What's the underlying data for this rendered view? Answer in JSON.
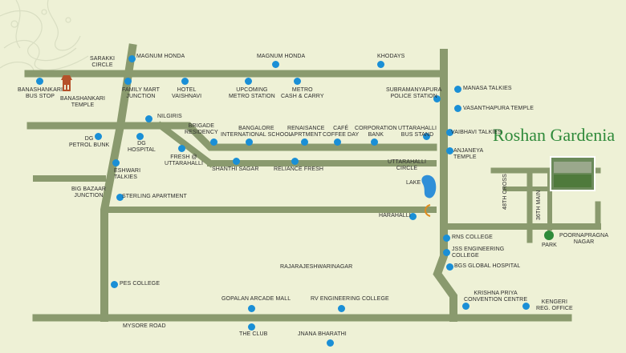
{
  "title": "Roshan Gardenia",
  "colors": {
    "background": "#eef1d6",
    "road": "#8a9a6e",
    "marker": "#1a8fd6",
    "park": "#2e8b3a",
    "lake": "#2f8fd8",
    "title": "#2f8a3a"
  },
  "labels": {
    "sarakki_circle": "SARAKKI\nCIRCLE",
    "magnum_honda_1": "MAGNUM HONDA",
    "magnum_honda_2": "MAGNUM HONDA",
    "khodays": "KHODAYS",
    "banashankari_bus_stop": "BANASHANKARI\nBUS STOP",
    "banashankari_temple": "BANASHANKARI\nTEMPLE",
    "family_mart": "FAMILY MART\nJUNCTION",
    "hotel_vaishnavi": "HOTEL\nVAISHNAVI",
    "upcoming_metro": "UPCOMING\nMETRO STATION",
    "metro_cash": "METRO\nCASH & CARRY",
    "subramanyapura": "SUBRAMANYAPURA\nPOLICE STATION",
    "manasa_talkies": "MANASA TALKIES",
    "vasanthapura_temple": "VASANTHAPURA TEMPLE",
    "nilgiris": "NILGIRIS",
    "brigade_residency": "BRIGADE\nRESIDENCY",
    "bangalore_international_school": "BANGALORE\nINTERNATIONAL SCHOOL",
    "renaisance": "RENAISANCE\nAPRTMENT",
    "cafe_coffee_day": "CAFÉ\nCOFFEE DAY",
    "corporation_bank": "CORPORATION\nBANK",
    "uttarahalli_bus_stand": "UTTARAHALLI\nBUS STAND",
    "vaibhavi_talkies": "VAIBHAVI TALKIES",
    "anjaneya_temple": "ANJANEYA\nTEMPLE",
    "dg_petrol_bunk": "DG\nPETROL BUNK",
    "dg_hospital": "DG\nHOSPITAL",
    "fresh_uttarahalli": "FRESH @\nUTTARAHALLI",
    "shanthi_sagar": "SHANTHI SAGAR",
    "reliance_fresh": "RELIANCE FRESH",
    "uttarahalli_circle": "UTTARAHALLI\nCIRCLE",
    "eshwari_talkies": "ESHWARI\nTALKIES",
    "big_bazaar": "BIG BAZAAR\nJUNCTION",
    "sterling_apartment": "STERLING APARTMENT",
    "lake": "LAKE",
    "harahalli": "HARAHALLI",
    "cross_48th": "48TH CROSS",
    "main_36th": "36TH MAIN",
    "rns_college": "RNS COLLEGE",
    "jss_engineering": "JSS ENGINEERING\nCOLLEGE",
    "bgs_hospital": "BGS GLOBAL HOSPITAL",
    "park": "PARK",
    "poornapragna": "POORNAPRAGNA\nNAGAR",
    "rajarajeshwarinagar": "RAJARAJESHWARINAGAR",
    "pes_college": "PES COLLEGE",
    "gopalan_mall": "GOPALAN ARCADE MALL",
    "rv_engineering": "RV ENGINEERING COLLEGE",
    "krishna_priya": "KRISHNA PRIYA\nCONVENTION CENTRE",
    "kengeri": "KENGERI\nREG. OFFICE",
    "mysore_road": "MYSORE ROAD",
    "the_club": "THE CLUB",
    "jnana_bharathi": "JNANA BHARATHI"
  }
}
